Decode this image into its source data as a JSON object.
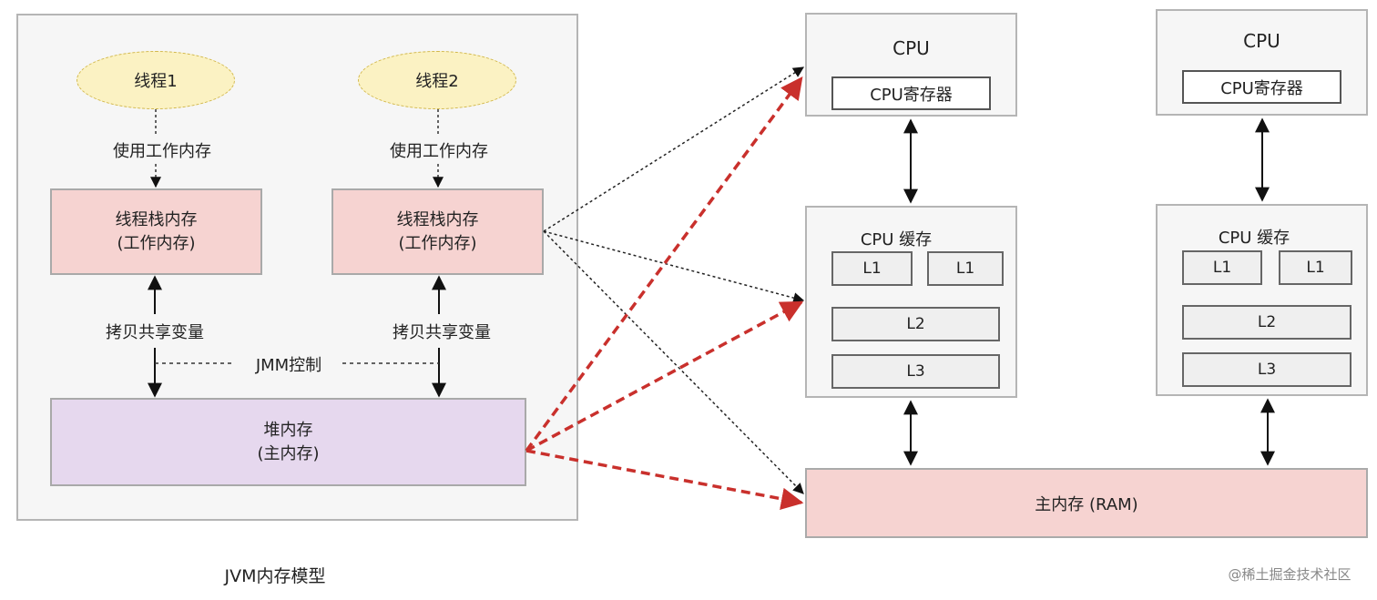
{
  "jvm": {
    "thread1": "线程1",
    "thread2": "线程2",
    "use_work_mem": "使用工作内存",
    "stack_mem_line1": "线程栈内存",
    "stack_mem_line2": "(工作内存)",
    "copy_shared": "拷贝共享变量",
    "jmm_control": "JMM控制",
    "heap_line1": "堆内存",
    "heap_line2": "(主内存)",
    "caption": "JVM内存模型"
  },
  "hardware": {
    "cpu": "CPU",
    "cpu_register": "CPU寄存器",
    "cpu_cache": "CPU 缓存",
    "l1": "L1",
    "l2": "L2",
    "l3": "L3",
    "ram": "主内存 (RAM)"
  },
  "watermark": "@稀土掘金技术社区",
  "colors": {
    "thread_fill": "#fbf2c3",
    "stack_fill": "#f6d3d1",
    "heap_fill": "#e6d8ee",
    "ram_fill": "#f6d3d1",
    "red_arrow": "#c9302c"
  }
}
